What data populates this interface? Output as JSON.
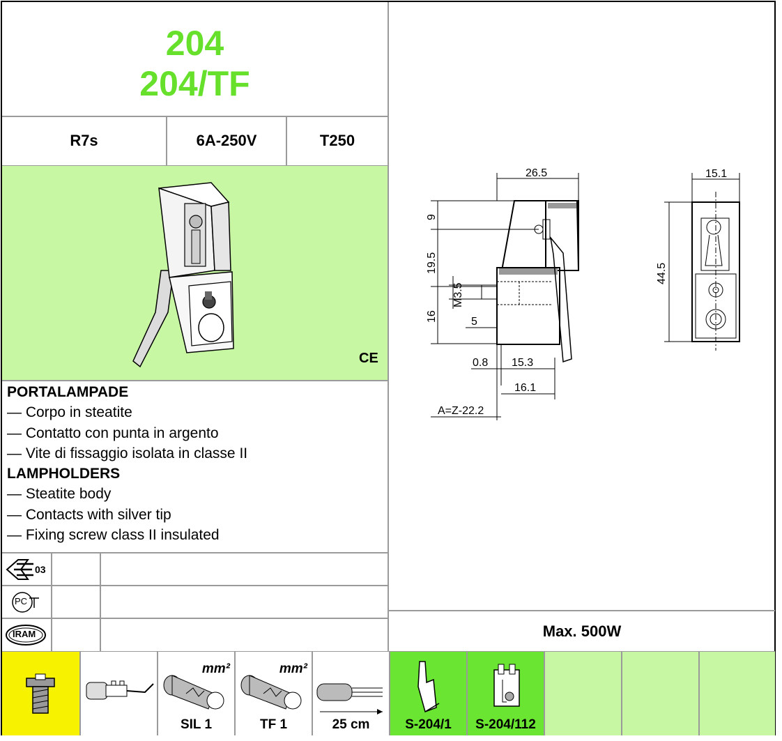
{
  "title": {
    "line1": "204",
    "line2": "204/TF"
  },
  "specs": {
    "base": "R7s",
    "rating": "6A-250V",
    "temperature": "T250"
  },
  "ce_mark": "CE",
  "description": {
    "heading_it": "PORTALAMPADE",
    "items_it": [
      "— Corpo in steatite",
      "— Contatto con punta in argento",
      "— Vite di fissaggio isolata in classe II"
    ],
    "heading_en": "LAMPHOLDERS",
    "items_en": [
      "— Steatite body",
      "— Contacts with silver tip",
      "— Fixing screw class II insulated"
    ]
  },
  "certifications": [
    {
      "icon": "enec-icon",
      "text": "03"
    },
    {
      "icon": "pct-icon",
      "text": "PC"
    },
    {
      "icon": "iram-icon",
      "text": "IRAM"
    }
  ],
  "dimensions": {
    "width_front": "26.5",
    "width_side": "15.1",
    "height_total": "44.5",
    "h_top": "9",
    "h_mid": "19.5",
    "h_bottom": "16",
    "thread": "M3.5",
    "screw_length": "5",
    "offset": "0.8",
    "d1": "15.3",
    "d2": "16.1",
    "az": "A=Z-22.2"
  },
  "max_power": "Max. 500W",
  "accessories": [
    {
      "label": "",
      "icon": "screw-fixing-icon"
    },
    {
      "label": "",
      "icon": "terminal-icon"
    },
    {
      "label": "SIL 1",
      "unit": "mm²",
      "icon": "sil-cable-icon"
    },
    {
      "label": "TF 1",
      "unit": "mm²",
      "icon": "tf-cable-icon"
    },
    {
      "label": "25 cm",
      "icon": "cable-length-icon"
    },
    {
      "label": "S-204/1",
      "icon": "clip-s204-1-icon"
    },
    {
      "label": "S-204/112",
      "icon": "clip-s204-112-icon"
    }
  ],
  "colors": {
    "title_green": "#66e02a",
    "panel_green": "#c8f7a4",
    "accent_green": "#6ae632",
    "screw_yellow": "#f7f200"
  }
}
